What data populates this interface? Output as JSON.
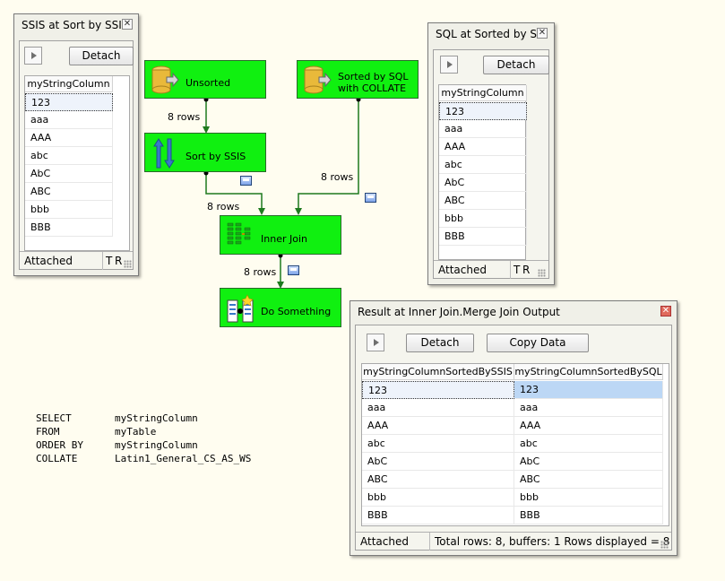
{
  "viewer_sort": {
    "title": "SSIS at Sort by SSI...",
    "detach_label": "Detach",
    "column": "myStringColumn",
    "rows": [
      "123",
      "aaa",
      "AAA",
      "abc",
      "AbC",
      "ABC",
      "bbb",
      "BBB"
    ],
    "status_attached": "Attached",
    "status_t": "T",
    "status_r": "R"
  },
  "viewer_sql": {
    "title": "SQL at Sorted by S...",
    "detach_label": "Detach",
    "column": "myStringColumn",
    "rows": [
      "123",
      "aaa",
      "AAA",
      "abc",
      "AbC",
      "ABC",
      "bbb",
      "BBB"
    ],
    "status_attached": "Attached",
    "status_t": "T",
    "status_r": "R"
  },
  "viewer_result": {
    "title": "Result at Inner Join.Merge Join Output",
    "detach_label": "Detach",
    "copy_label": "Copy Data",
    "columns": [
      "myStringColumnSortedBySSIS",
      "myStringColumnSortedBySQL"
    ],
    "rows": [
      [
        "123",
        "123"
      ],
      [
        "aaa",
        "aaa"
      ],
      [
        "AAA",
        "AAA"
      ],
      [
        "abc",
        "abc"
      ],
      [
        "AbC",
        "AbC"
      ],
      [
        "ABC",
        "ABC"
      ],
      [
        "bbb",
        "bbb"
      ],
      [
        "BBB",
        "BBB"
      ]
    ],
    "status_attached": "Attached",
    "status_summary": "Total rows: 8, buffers: 1 Rows displayed = 8"
  },
  "dataflow": {
    "unsorted": "Unsorted",
    "sorted_sql_line1": "Sorted by SQL",
    "sorted_sql_line2": "with COLLATE",
    "sort_ssis": "Sort by SSIS",
    "inner_join": "Inner Join",
    "do_something": "Do Something",
    "path_unsorted_sort": "8 rows",
    "path_sort_join": "8 rows",
    "path_sql_join": "8 rows",
    "path_join_do": "8 rows"
  },
  "sql": {
    "select_kw": "SELECT",
    "select_val": "myStringColumn",
    "from_kw": "FROM",
    "from_val": "myTable",
    "order_kw": "ORDER BY",
    "order_val": "myStringColumn",
    "collate_kw": "COLLATE",
    "collate_val": "Latin1_General_CS_AS_WS"
  },
  "colors": {
    "component_green": "#10f010",
    "path_green": "#1e7a1e",
    "canvas": "#fffdf0",
    "selection_blue": "#bcd7f5"
  }
}
